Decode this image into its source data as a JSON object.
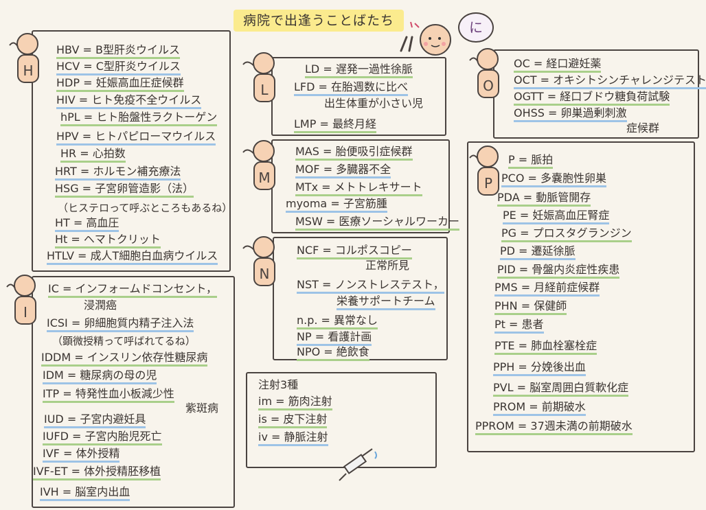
{
  "title": "病院で出逢うことばたち",
  "mascot": {
    "bubble": "に"
  },
  "groups": {
    "H": {
      "letter": "H",
      "items": [
        "HBV = B型肝炎ウイルス",
        "HCV = C型肝炎ウイルス",
        "HDP = 妊娠高血圧症候群",
        "HIV = ヒト免疫不全ウイルス",
        "hPL = ヒト胎盤性ラクトーゲン",
        "HPV = ヒトパピローマウイルス",
        "HR = 心拍数",
        "HRT = ホルモン補充療法",
        "HSG = 子宮卵管造影（法）",
        "HT = 高血圧",
        "Ht = ヘマトクリット",
        "HTLV = 成人T細胞白血病ウイルス"
      ],
      "note": "（ヒステロって呼ぶところもあるね）"
    },
    "L": {
      "letter": "L",
      "items": [
        "LD = 遅発一過性徐脈",
        "LFD = 在胎週数に比べ",
        "LMP = 最終月経"
      ],
      "lfd_cont": "出生体重が小さい児"
    },
    "M": {
      "letter": "M",
      "items": [
        "MAS = 胎便吸引症候群",
        "MOF = 多臓器不全",
        "MTx = メトトレキサート",
        "myoma = 子宮筋腫",
        "MSW = 医療ソーシャルワーカー"
      ]
    },
    "N": {
      "letter": "N",
      "items": [
        "NCF = コルポスコピー",
        "NST = ノンストレステスト，",
        "n.p. = 異常なし",
        "NP = 看護計画",
        "NPO = 絶飲食"
      ],
      "ncf_cont": "正常所見",
      "nst_cont": "栄養サポートチーム"
    },
    "I": {
      "letter": "I",
      "items": [
        "IC = インフォームドコンセント，",
        "ICSI = 卵細胞質内精子注入法",
        "IDDM = インスリン依存性糖尿病",
        "IDM = 糖尿病の母の児",
        "ITP = 特発性血小板減少性",
        "IUD = 子宮内避妊具",
        "IUFD = 子宮内胎児死亡",
        "IVF = 体外授精",
        "IVF-ET = 体外授精胚移植",
        "IVH = 脳室内出血"
      ],
      "ic_cont": "浸潤癌",
      "icsi_cont": "（顕微授精って呼ばれてるね）",
      "itp_cont": "紫斑病"
    },
    "inj": {
      "heading": "注射3種",
      "items": [
        "im = 筋肉注射",
        "is = 皮下注射",
        "iv = 静脈注射"
      ]
    },
    "O": {
      "letter": "O",
      "items": [
        "OC = 経口避妊薬",
        "OCT = オキシトシンチャレンジテスト",
        "OGTT = 経口ブドウ糖負荷試験",
        "OHSS = 卵巣過剰刺激"
      ],
      "ohss_cont": "症候群"
    },
    "P": {
      "letter": "P",
      "items": [
        "P = 脈拍",
        "PCO = 多嚢胞性卵巣",
        "PDA = 動脈管開存",
        "PE = 妊娠高血圧腎症",
        "PG = プロスタグランジン",
        "PD = 遷延徐脈",
        "PID = 骨盤内炎症性疾患",
        "PMS = 月経前症候群",
        "PHN = 保健師",
        "Pt = 患者",
        "PTE = 肺血栓塞栓症",
        "PPH = 分娩後出血",
        "PVL = 脳室周囲白質軟化症",
        "PROM = 前期破水",
        "PPROM = 37週未満の前期破水"
      ]
    }
  },
  "colors": {
    "green": "#a9cf8a",
    "blue": "#9dc3e6",
    "title_bg": "#fbeb8e",
    "skin": "#f6d2b4"
  },
  "icons": [
    "baby-icon",
    "syringe-icon",
    "note-icon"
  ]
}
